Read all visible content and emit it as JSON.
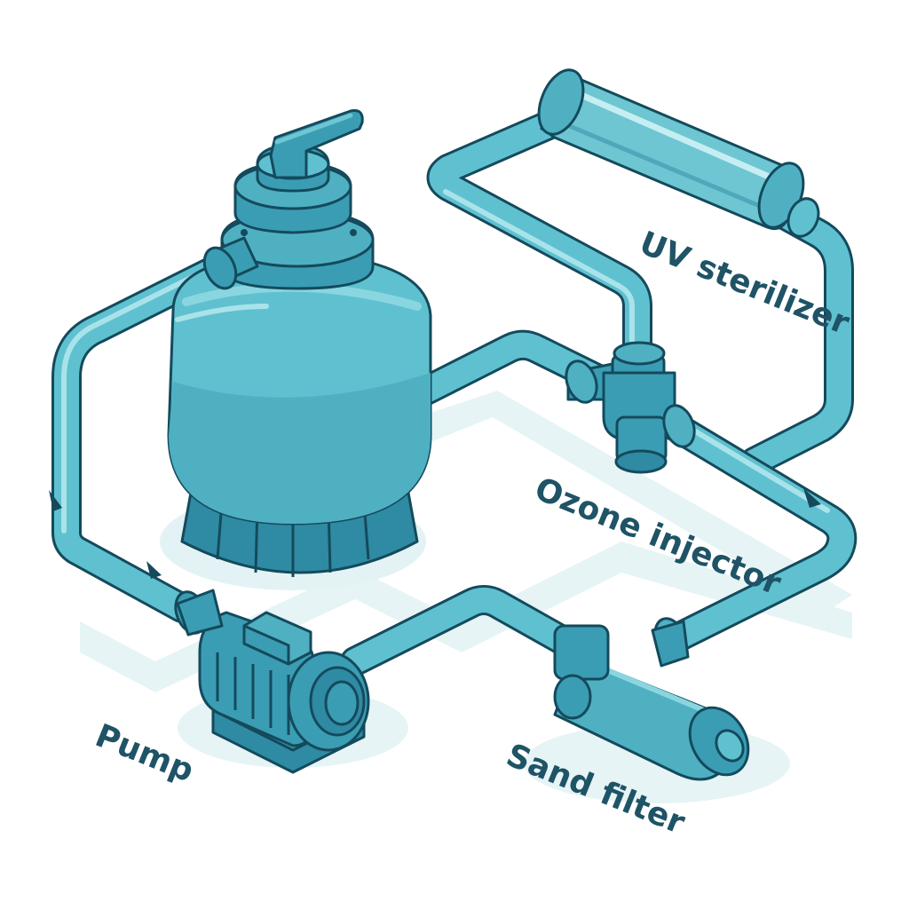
{
  "labels": {
    "uv_sterilizer": "UV sterilizer",
    "ozone_injector": "Ozone injector",
    "pump": "Pump",
    "sand_filter": "Sand filter"
  },
  "colors": {
    "outline": "#144a5c",
    "pipe_fill": "#5fc0d0",
    "pipe_highlight": "#a9e3ea",
    "body_light": "#6dc6d2",
    "body_mid": "#4fb0c2",
    "body_dark": "#2f8aa3",
    "shadow": "#e3f3f5",
    "label_text": "#1f5366"
  }
}
